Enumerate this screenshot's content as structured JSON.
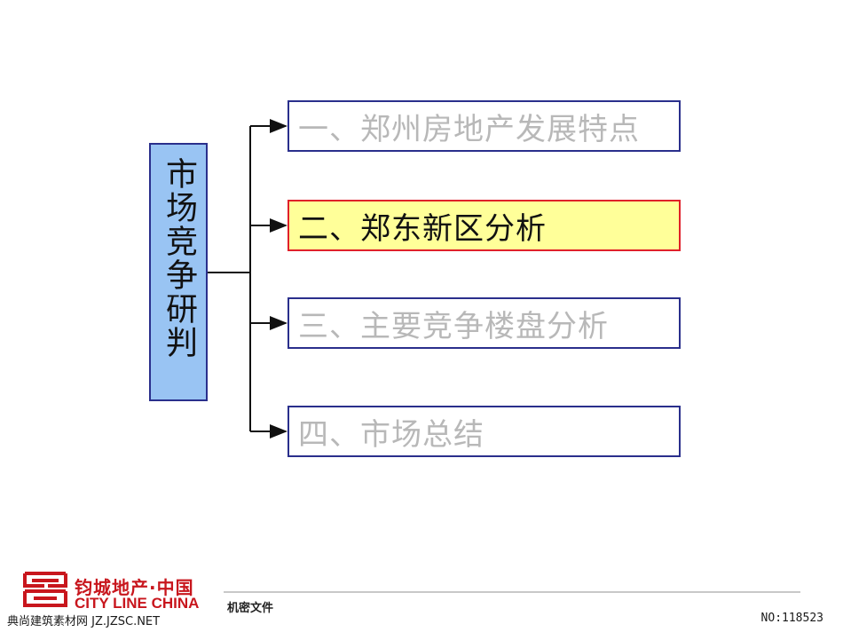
{
  "diagram": {
    "root": {
      "label": "市场竞争研判"
    },
    "branches": [
      {
        "label": "一、郑州房地产发展特点",
        "highlighted": false
      },
      {
        "label": "二、郑东新区分析",
        "highlighted": true
      },
      {
        "label": "三、主要竞争楼盘分析",
        "highlighted": false
      },
      {
        "label": "四、市场总结",
        "highlighted": false
      }
    ],
    "colors": {
      "root_fill": "#99c4f3",
      "box_border": "#2a2f8c",
      "highlight_fill": "#ffff99",
      "highlight_border": "#e0202a",
      "dim_text": "#b8b8b8",
      "brand_red": "#c8161d"
    }
  },
  "footer": {
    "brand_cn": "钧城地产·中国",
    "brand_en": "CITY LINE CHINA",
    "confidential": "机密文件",
    "watermark": "典尚建筑素材网 JZ.JZSC.NET",
    "doc_no": "NO:118523",
    "logo_icon": "city-line-logo-icon"
  }
}
